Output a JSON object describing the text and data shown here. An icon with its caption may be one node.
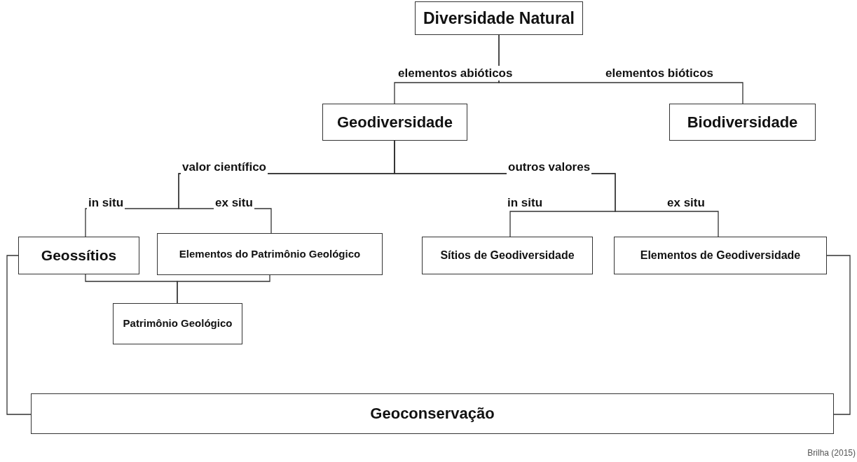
{
  "diagram": {
    "caption": "Brilha (2015)",
    "nodes": [
      {
        "text": [
          "Diversidade Natural"
        ]
      },
      {
        "text": [
          "Geodiversidade"
        ]
      },
      {
        "text": [
          "Biodiversidade"
        ]
      },
      {
        "text": [
          "Geossítios"
        ]
      },
      {
        "text": [
          "Elementos do Patrimônio Geológico"
        ]
      },
      {
        "text": [
          "Sítios de Geodiversidade"
        ]
      },
      {
        "text": [
          "Elementos de Geodiversidade"
        ]
      },
      {
        "text": [
          "Patrimônio Geológico"
        ]
      },
      {
        "text": [
          "Geoconservação"
        ]
      }
    ],
    "edges": [
      {
        "from": 0,
        "to": 1,
        "arrow": "none",
        "label": "elementos abióticos"
      },
      {
        "from": 0,
        "to": 2,
        "arrow": "none",
        "label": "elementos bióticos"
      },
      {
        "from": 1,
        "to": 3,
        "arrow": "none",
        "label": "in situ"
      },
      {
        "from": 1,
        "to": 4,
        "arrow": "none",
        "label": "ex situ"
      },
      {
        "from": 1,
        "to": 5,
        "arrow": "none",
        "label": "in situ"
      },
      {
        "from": 1,
        "to": 6,
        "arrow": "none",
        "label": "ex situ"
      },
      {
        "from": 3,
        "to": 7,
        "arrow": "none"
      },
      {
        "from": 4,
        "to": 7,
        "arrow": "none"
      },
      {
        "from": 3,
        "to": 8,
        "arrow": "none"
      },
      {
        "from": 6,
        "to": 8,
        "arrow": "none"
      }
    ],
    "labels": [
      "valor científico",
      "outros valores"
    ]
  }
}
